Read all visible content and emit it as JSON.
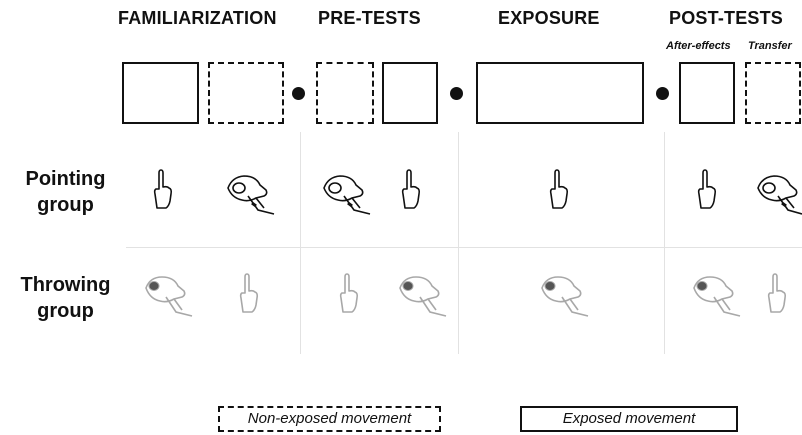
{
  "phases": {
    "familiarization": "FAMILIARIZATION",
    "pretests": "PRE-TESTS",
    "exposure": "EXPOSURE",
    "posttests": "POST-TESTS"
  },
  "posttest_subs": {
    "after_effects": "After-effects",
    "transfer": "Transfer"
  },
  "groups": {
    "pointing": {
      "line1": "Pointing",
      "line2": "group"
    },
    "throwing": {
      "line1": "Throwing",
      "line2": "group"
    }
  },
  "legend": {
    "non_exposed": "Non-exposed movement",
    "exposed": "Exposed movement"
  },
  "icons": {
    "pointing_row": [
      "pointing-hand",
      "throwing-hand",
      "throwing-hand",
      "pointing-hand",
      "pointing-hand",
      "pointing-hand",
      "throwing-hand"
    ],
    "throwing_row": [
      "throwing-hand",
      "pointing-hand",
      "pointing-hand",
      "throwing-hand",
      "throwing-hand",
      "throwing-hand",
      "pointing-hand"
    ]
  },
  "colors": {
    "ink": "#111111",
    "faded": "#a8a8a8",
    "grid": "#e2e2e2"
  }
}
